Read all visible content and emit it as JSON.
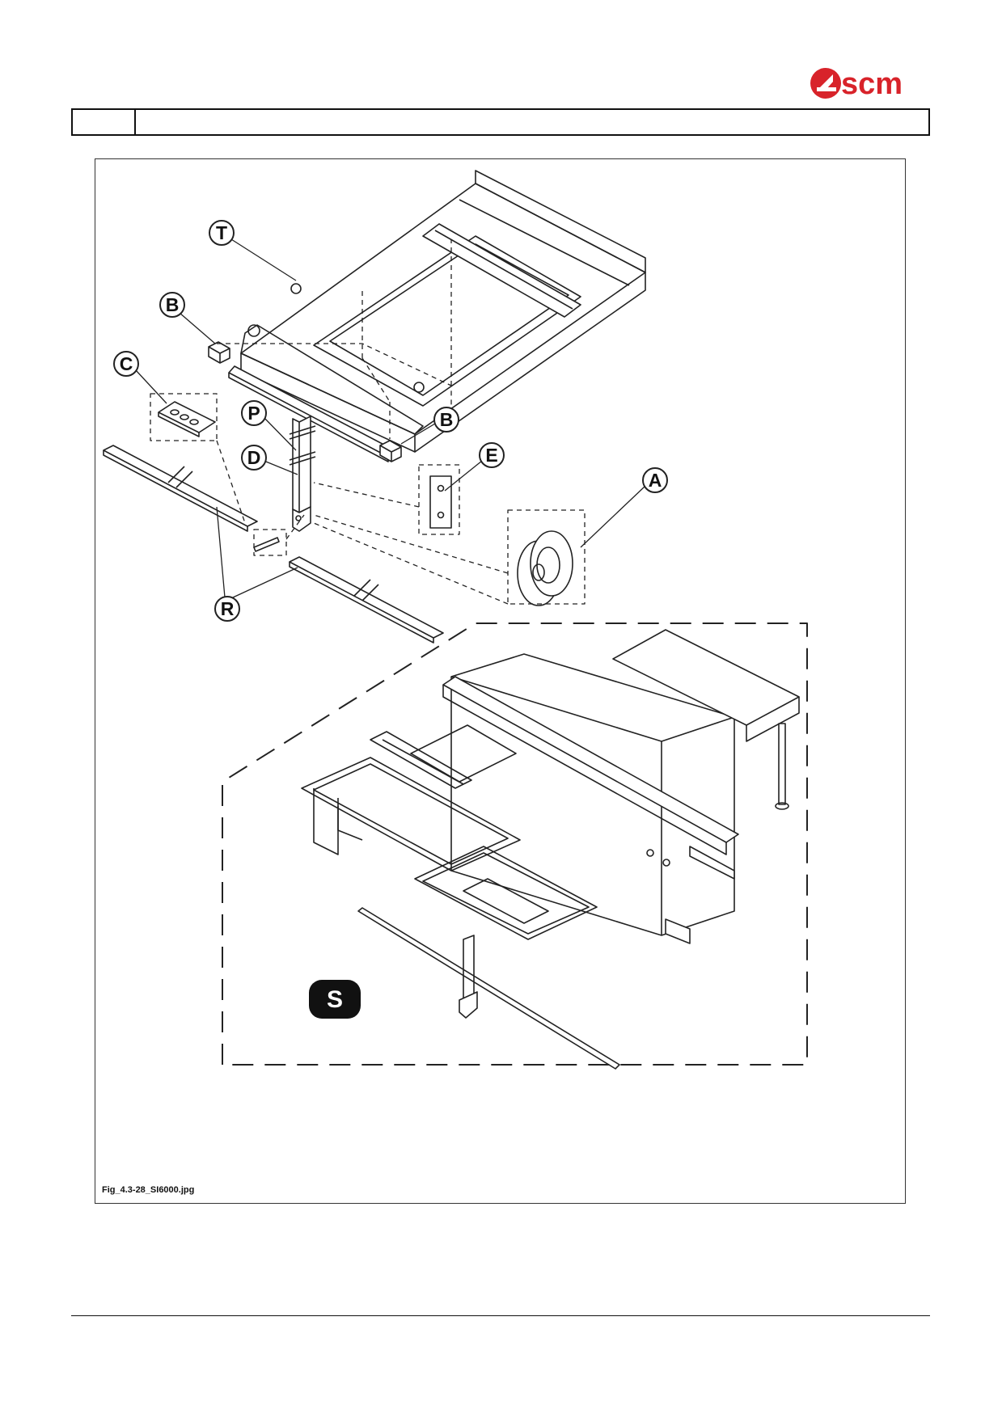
{
  "brand": {
    "logo_text": "scm",
    "color": "#d8232a"
  },
  "header": {
    "section_number": "",
    "title": ""
  },
  "figure": {
    "caption": "Fig_4.3-28_SI6000.jpg",
    "callouts": [
      "T",
      "B",
      "C",
      "B",
      "P",
      "D",
      "E",
      "A",
      "R",
      "S"
    ]
  }
}
